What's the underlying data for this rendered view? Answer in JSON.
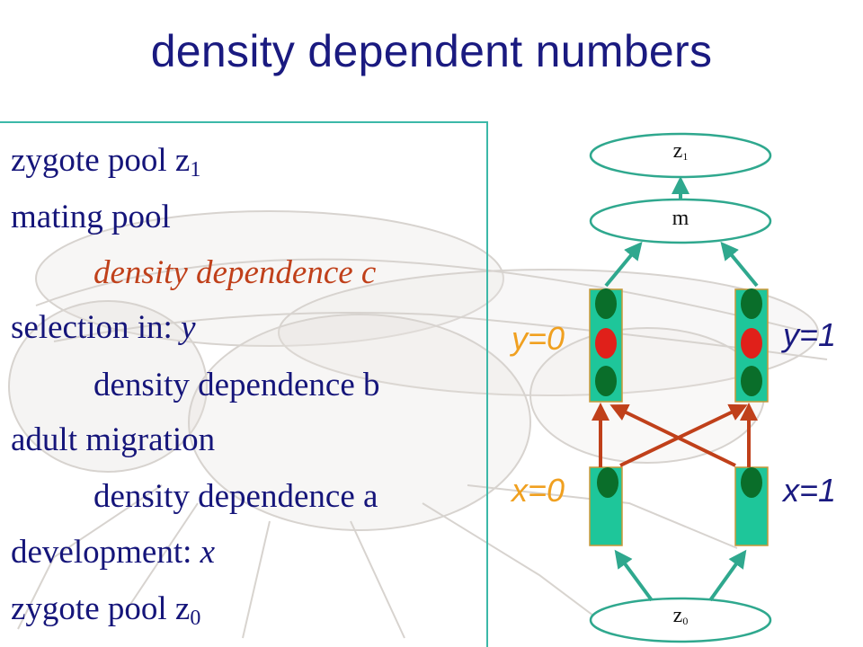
{
  "title": "density dependent numbers",
  "lines": [
    {
      "text": "zygote pool z",
      "sub": "1"
    },
    {
      "text": "mating pool"
    },
    {
      "text": "density dependence c"
    },
    {
      "text": "selection in: ",
      "var": "y"
    },
    {
      "text": "density dependence b"
    },
    {
      "text": "adult migration"
    },
    {
      "text": "density dependence a"
    },
    {
      "text": "development: ",
      "var": "x"
    },
    {
      "text": "zygote pool z",
      "sub": "0"
    }
  ],
  "diagram": {
    "z1_label": "z",
    "z1_sub": "1",
    "m_label": "m",
    "z0_label": "z",
    "z0_sub": "0",
    "y0_label": "y=0",
    "y1_label": "y=1",
    "x0_label": "x=0",
    "x1_label": "x=1"
  },
  "colors": {
    "title": "#1a1a80",
    "text": "#15157a",
    "highlight": "#c0401a",
    "teal": "#2fa88e",
    "box": "#1ec69a",
    "dot_green": "#0a6e2a",
    "dot_red": "#e0201a",
    "cross_arrow": "#c0401a",
    "y_label": "#f0a020",
    "border": "#3cb8a8"
  }
}
